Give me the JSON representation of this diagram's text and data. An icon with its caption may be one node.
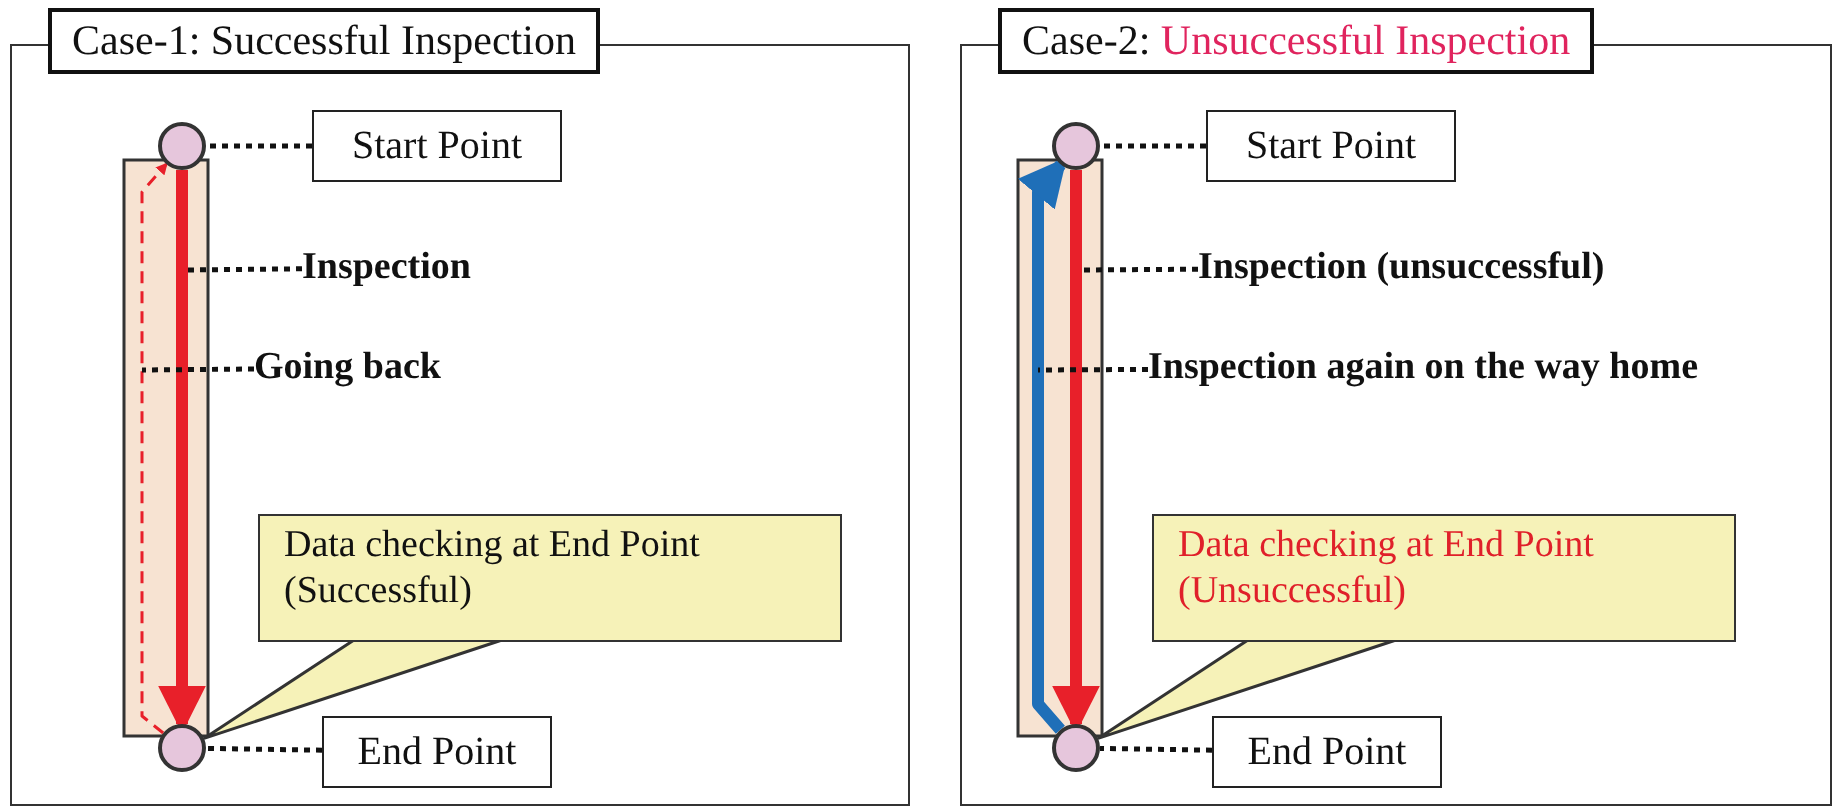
{
  "diagram": {
    "nodes": [
      {
        "text": [
          "Case-1: Successful Inspection"
        ]
      },
      {
        "text": [],
        "shape": "circle",
        "in": 0
      },
      {
        "text": [
          "Start Point"
        ],
        "in": 0
      },
      {
        "text": [
          "Inspection"
        ],
        "in": 0
      },
      {
        "text": [
          "Going back"
        ],
        "in": 0
      },
      {
        "text": [
          "Data checking at End Point (Successful)"
        ],
        "in": 0
      },
      {
        "text": [],
        "shape": "circle",
        "in": 0
      },
      {
        "text": [
          "End Point"
        ],
        "in": 0
      },
      {
        "text": [
          "Case-2: Unsuccessful Inspection"
        ]
      },
      {
        "text": [],
        "shape": "circle",
        "in": 8
      },
      {
        "text": [
          "Start Point"
        ],
        "in": 8
      },
      {
        "text": [
          "Inspection (unsuccessful)"
        ],
        "in": 8
      },
      {
        "text": [
          "Inspection again on the way home"
        ],
        "in": 8
      },
      {
        "text": [
          "Data checking at End Point (Unsuccessful)"
        ],
        "in": 8
      },
      {
        "text": [],
        "shape": "circle",
        "in": 8
      },
      {
        "text": [
          "End Point"
        ],
        "in": 8
      }
    ],
    "edges": [
      {
        "from": 2,
        "to": 1,
        "arrow": "none",
        "style": "dashed"
      },
      {
        "from": 1,
        "to": 6,
        "arrow": "to",
        "style": "thick",
        "color": "#e8202a"
      },
      {
        "from": 6,
        "to": 1,
        "arrow": "to",
        "style": "dashed",
        "color": "#e8202a"
      },
      {
        "from": 3,
        "to": null,
        "arrow": "none",
        "style": "dashed"
      },
      {
        "from": 4,
        "to": null,
        "arrow": "none",
        "style": "dashed"
      },
      {
        "from": 5,
        "to": 6,
        "arrow": "none"
      },
      {
        "from": 7,
        "to": 6,
        "arrow": "none",
        "style": "dashed"
      },
      {
        "from": 10,
        "to": 9,
        "arrow": "none",
        "style": "dashed"
      },
      {
        "from": 9,
        "to": 14,
        "arrow": "to",
        "style": "thick",
        "color": "#e8202a"
      },
      {
        "from": 14,
        "to": 9,
        "arrow": "to",
        "style": "thick",
        "color": "#1f6fb8"
      },
      {
        "from": 11,
        "to": null,
        "arrow": "none",
        "style": "dashed"
      },
      {
        "from": 12,
        "to": null,
        "arrow": "none",
        "style": "dashed"
      },
      {
        "from": 13,
        "to": 14,
        "arrow": "none"
      },
      {
        "from": 15,
        "to": 14,
        "arrow": "none",
        "style": "dashed"
      }
    ]
  }
}
